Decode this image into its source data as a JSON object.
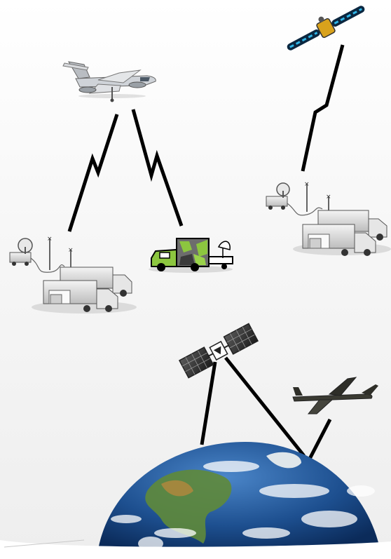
{
  "diagram": {
    "nodes": [
      {
        "id": "comm-satellite-top",
        "icon": "satellite-icon"
      },
      {
        "id": "recon-aircraft",
        "icon": "aircraft-icon"
      },
      {
        "id": "ground-station-left",
        "icon": "ground-station-icon"
      },
      {
        "id": "tactical-vehicle",
        "icon": "truck-icon"
      },
      {
        "id": "ground-station-right",
        "icon": "ground-station-icon"
      },
      {
        "id": "relay-satellite-bottom",
        "icon": "satellite-icon"
      },
      {
        "id": "high-altitude-aircraft",
        "icon": "aircraft-icon"
      },
      {
        "id": "earth",
        "icon": "earth-globe-icon"
      }
    ],
    "links": [
      {
        "from": "recon-aircraft",
        "to": "ground-station-left",
        "style": "lightning"
      },
      {
        "from": "recon-aircraft",
        "to": "tactical-vehicle",
        "style": "lightning"
      },
      {
        "from": "comm-satellite-top",
        "to": "ground-station-right",
        "style": "lightning"
      },
      {
        "from": "relay-satellite-bottom",
        "to": "earth",
        "style": "straight"
      },
      {
        "from": "relay-satellite-bottom",
        "to": "earth",
        "style": "straight"
      },
      {
        "from": "high-altitude-aircraft",
        "to": "earth",
        "style": "straight"
      }
    ],
    "colors": {
      "link": "#000000",
      "ocean": "#1d4f8f",
      "land": "#5f8a3a",
      "camo": "#8cc63f"
    }
  }
}
